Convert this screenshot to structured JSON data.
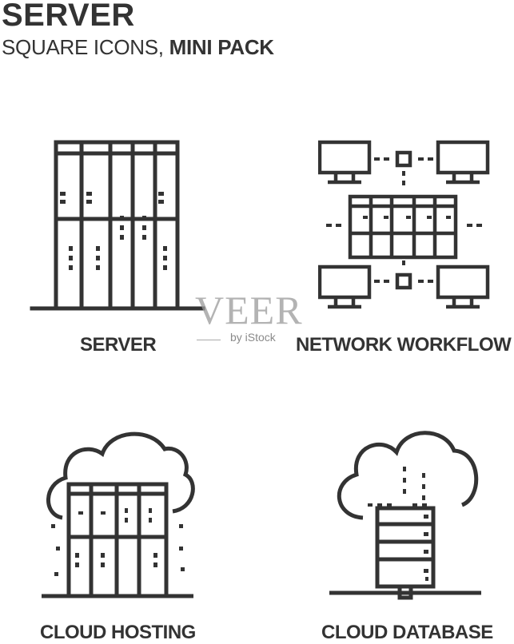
{
  "header": {
    "title": "SERVER",
    "subtitle_prefix": "SQUARE ICONS, ",
    "subtitle_bold": "MINI PACK"
  },
  "icons": [
    {
      "label": "SERVER",
      "icon": "server-rack-icon"
    },
    {
      "label": "NETWORK WORKFLOW",
      "icon": "network-workflow-icon"
    },
    {
      "label": "CLOUD HOSTING",
      "icon": "cloud-hosting-icon"
    },
    {
      "label": "CLOUD DATABASE",
      "icon": "cloud-database-icon"
    }
  ],
  "watermark": {
    "brand": "VEER",
    "byline": "by iStock"
  },
  "colors": {
    "ink": "#333333",
    "background": "#ffffff",
    "watermark": "#9a9a9a"
  }
}
